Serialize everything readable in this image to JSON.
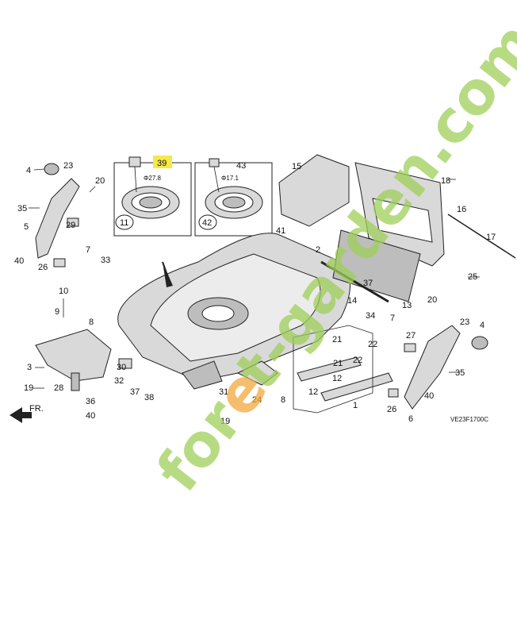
{
  "diagram": {
    "code": "VE23F1700C",
    "front_label": "FR.",
    "highlight_color": "#f5e84a",
    "highlighted_callout": "39",
    "inset_a": {
      "label": "11",
      "part": "39",
      "diameter": "Φ27.8"
    },
    "inset_b": {
      "label": "42",
      "part": "43",
      "diameter": "Φ17.1"
    },
    "callouts": [
      "1",
      "2",
      "3",
      "4",
      "5",
      "6",
      "7",
      "8",
      "9",
      "10",
      "12",
      "13",
      "14",
      "15",
      "16",
      "17",
      "18",
      "19",
      "20",
      "21",
      "22",
      "23",
      "24",
      "25",
      "26",
      "27",
      "28",
      "29",
      "30",
      "31",
      "32",
      "33",
      "34",
      "35",
      "36",
      "37",
      "38",
      "40",
      "41"
    ]
  },
  "watermark": {
    "text_green": "for",
    "text_orange": "e",
    "text_green2": "t-garden.com",
    "color_green": "#9fcf5a",
    "color_orange": "#f2a93b"
  }
}
